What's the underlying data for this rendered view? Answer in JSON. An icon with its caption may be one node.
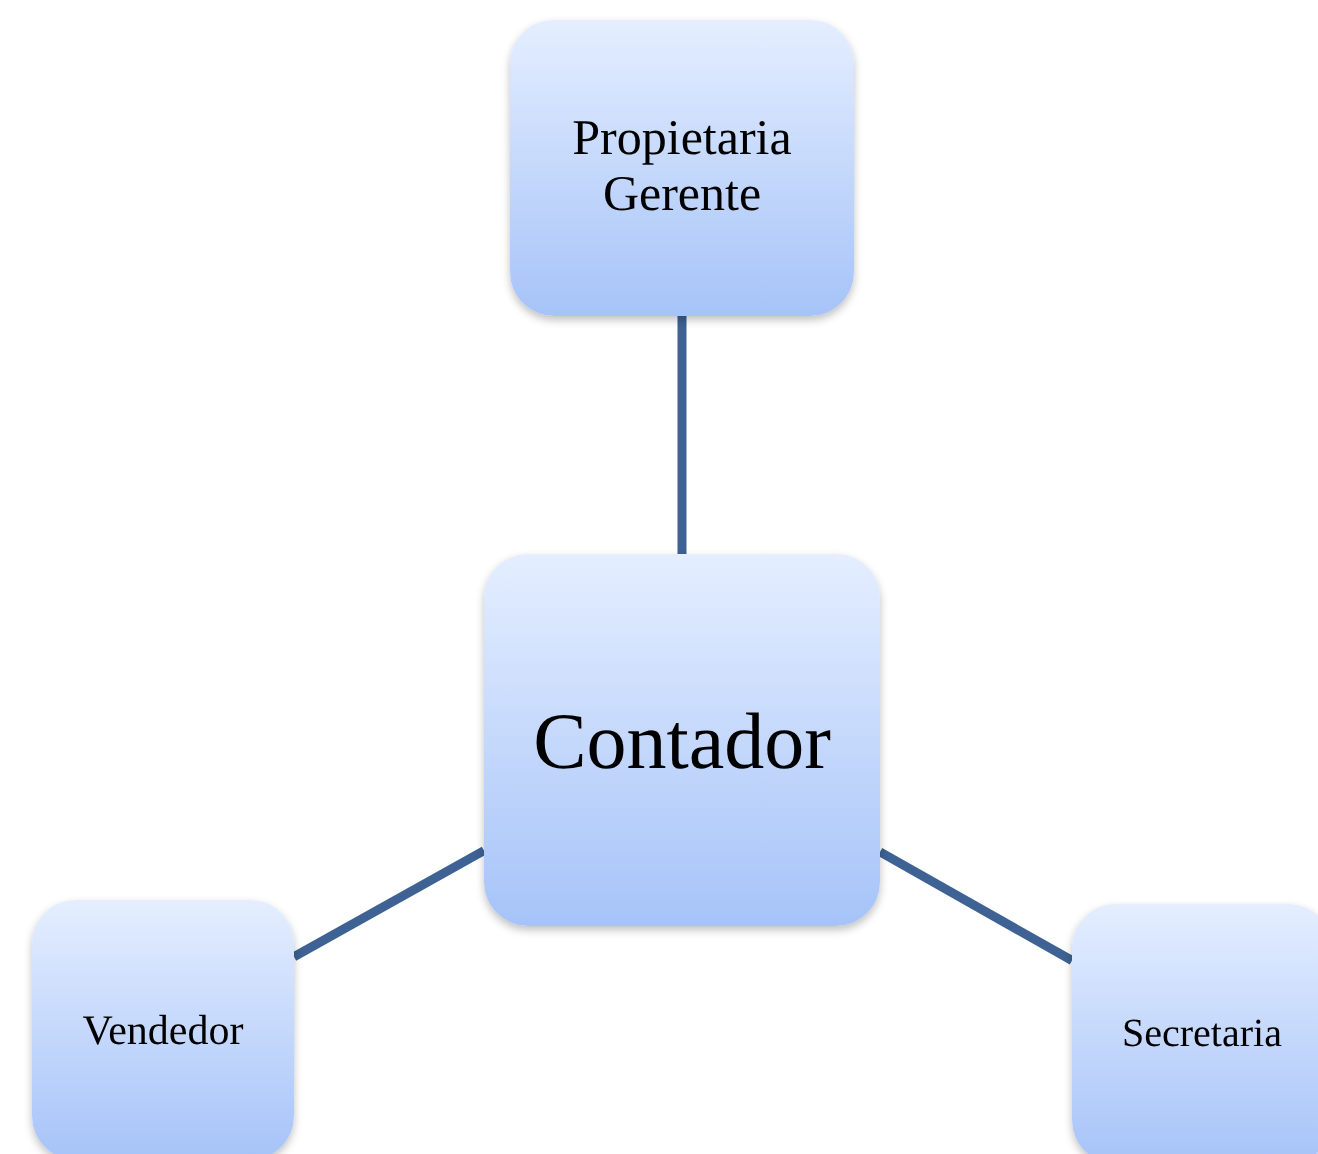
{
  "diagram": {
    "nodes": [
      {
        "text": [
          "Propietaria Gerente"
        ]
      },
      {
        "text": [
          "Contador"
        ]
      },
      {
        "text": [
          "Vendedor"
        ]
      },
      {
        "text": [
          "Secretaria"
        ]
      }
    ],
    "edges": [
      {
        "from": 1,
        "to": 0,
        "arrow": "none"
      },
      {
        "from": 1,
        "to": 2,
        "arrow": "none"
      },
      {
        "from": 1,
        "to": 3,
        "arrow": "none"
      }
    ]
  }
}
